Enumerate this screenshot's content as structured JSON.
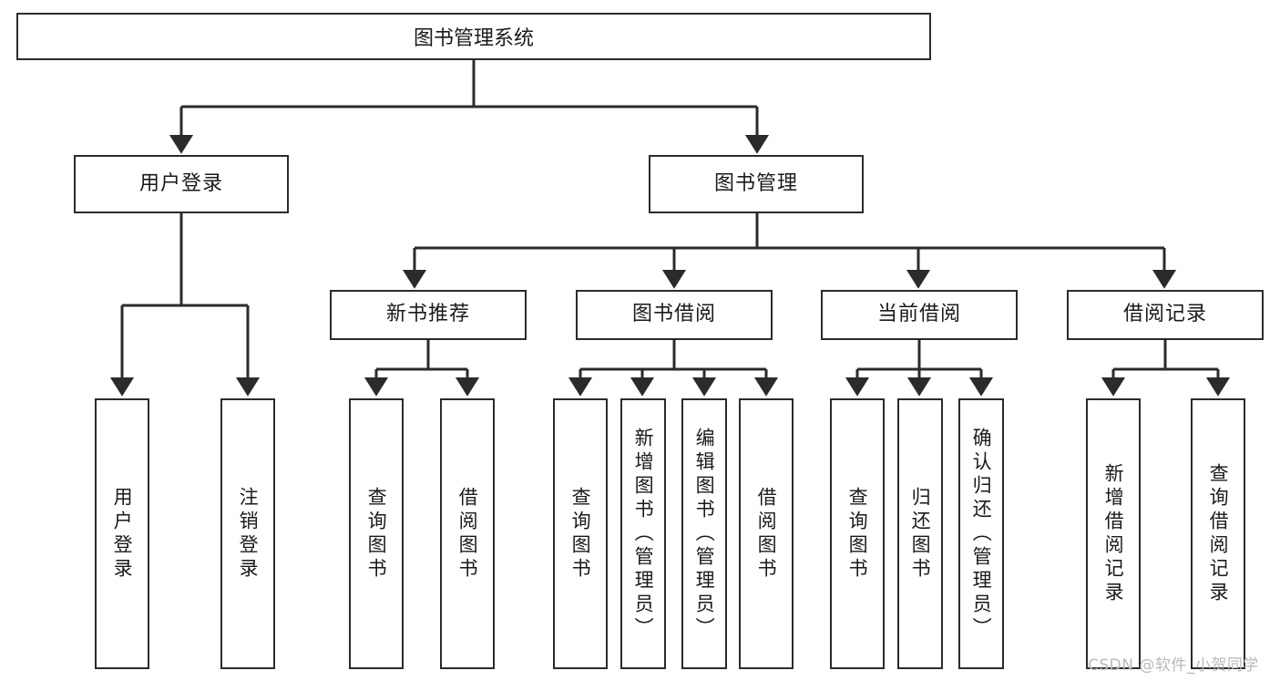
{
  "diagram": {
    "type": "tree",
    "title": "图书管理系统",
    "orientation": "top-down",
    "levels": 4,
    "root": {
      "label": "图书管理系统"
    },
    "level2": [
      {
        "label": "用户登录"
      },
      {
        "label": "图书管理"
      }
    ],
    "level3": [
      {
        "label": "新书推荐"
      },
      {
        "label": "图书借阅"
      },
      {
        "label": "当前借阅"
      },
      {
        "label": "借阅记录"
      }
    ],
    "leaves_user_login": [
      {
        "label": "用户登录"
      },
      {
        "label": "注销登录"
      }
    ],
    "leaves_new_book": [
      {
        "label": "查询图书"
      },
      {
        "label": "借阅图书"
      }
    ],
    "leaves_borrow": [
      {
        "label": "查询图书"
      },
      {
        "label": "新增图书（管理员）"
      },
      {
        "label": "编辑图书（管理员）"
      },
      {
        "label": "借阅图书"
      }
    ],
    "leaves_current": [
      {
        "label": "查询图书"
      },
      {
        "label": "归还图书"
      },
      {
        "label": "确认归还（管理员）"
      }
    ],
    "leaves_records": [
      {
        "label": "新增借阅记录"
      },
      {
        "label": "查询借阅记录"
      }
    ]
  },
  "style": {
    "border_color": "#2b2b2b",
    "text_color": "#1a1a1a",
    "background": "#ffffff",
    "watermark_color": "#b9b9b9"
  },
  "watermark": {
    "text": "CSDN @软件_小贺同学"
  }
}
